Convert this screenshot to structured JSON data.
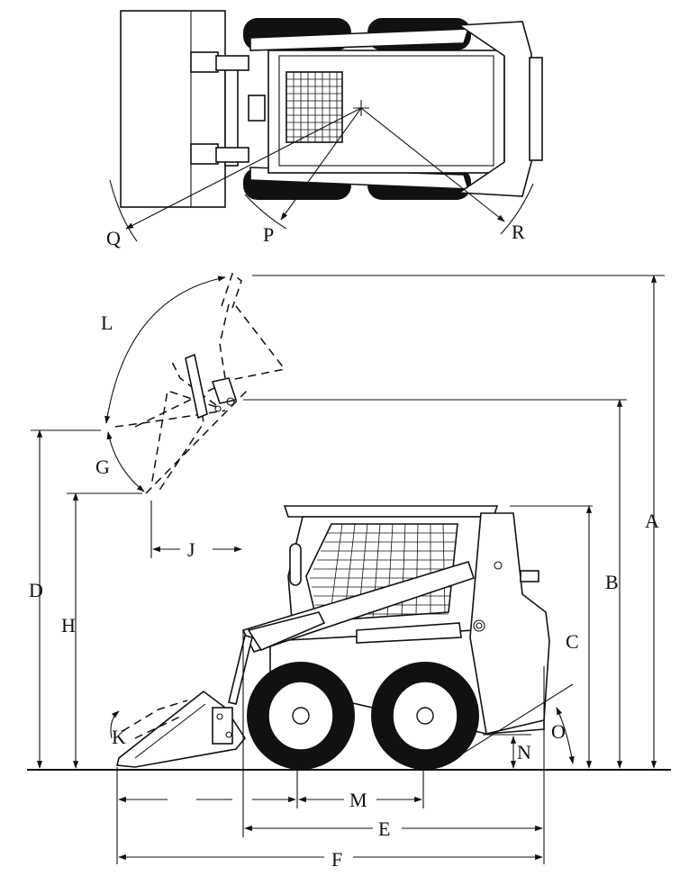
{
  "diagram": {
    "labels": {
      "A": "A",
      "B": "B",
      "C": "C",
      "D": "D",
      "E": "E",
      "F": "F",
      "G": "G",
      "H": "H",
      "J": "J",
      "K": "K",
      "L": "L",
      "M": "M",
      "N": "N",
      "O": "O",
      "P": "P",
      "Q": "Q",
      "R": "R"
    }
  }
}
